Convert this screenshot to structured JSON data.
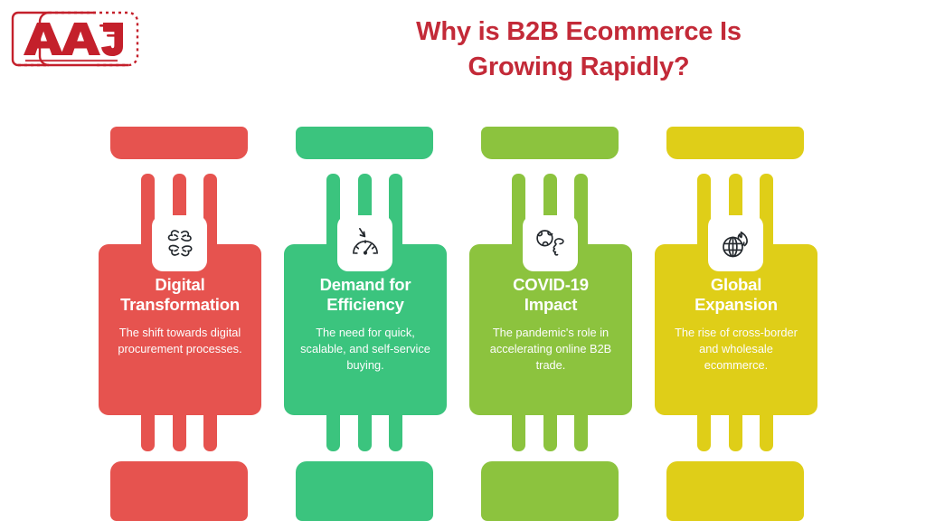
{
  "brand": {
    "logo_text": "AAJ",
    "logo_name": "aaj-logo",
    "logo_color": "#C4202B"
  },
  "header": {
    "title_line1": "Why is B2B Ecommerce Is",
    "title_line2": "Growing Rapidly?",
    "title_color": "#C32A38"
  },
  "cards": [
    {
      "id": "digital-transformation",
      "title_line1": "Digital",
      "title_line2": "Transformation",
      "description": "The shift towards digital procurement processes.",
      "color": "#E6534F",
      "icon": "teamwork-hands-icon"
    },
    {
      "id": "demand-for-efficiency",
      "title_line1": "Demand for",
      "title_line2": "Efficiency",
      "description": "The need for quick, scalable, and self-service buying.",
      "color": "#3BC47E",
      "icon": "speedometer-gauge-icon"
    },
    {
      "id": "covid-19-impact",
      "title_line1": "COVID-19",
      "title_line2": "Impact",
      "description": "The pandemic's role in accelerating online B2B trade.",
      "color": "#8CC33E",
      "icon": "globe-decline-icon"
    },
    {
      "id": "global-expansion",
      "title_line1": "Global",
      "title_line2": "Expansion",
      "description": "The rise of cross-border and wholesale ecommerce.",
      "color": "#DFCE18",
      "icon": "globe-flame-icon"
    }
  ]
}
